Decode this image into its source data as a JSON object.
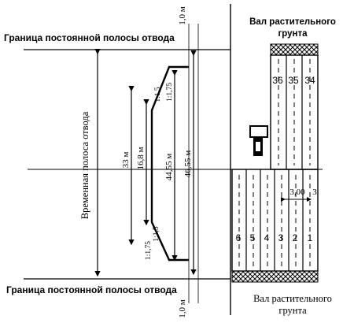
{
  "labels": {
    "top_boundary": "Граница постоянной полосы отвода",
    "bottom_boundary": "Граница постоянной полосы отвода",
    "top_soil_line1": "Вал растительного",
    "top_soil_line2": "грунта",
    "bottom_soil_line1": "Вал растительного",
    "bottom_soil_line2": "грунта",
    "temp_strip": "Временная полоса отвода",
    "top_offset": "1,0 м",
    "bottom_offset": "1,0 м"
  },
  "dimensions": {
    "d33": "33 м",
    "d16_8": "16,8 м",
    "d44_55": "44,55 м",
    "d46_55": "46,55 м",
    "gap": "3,00",
    "gap_tail": "3",
    "slope_top_1": "1:1,5",
    "slope_top_2": "1:1,75",
    "slope_bot_1": "1:1,5",
    "slope_bot_2": "1:1,75"
  },
  "lanes": {
    "upper": [
      "36",
      "35",
      "34"
    ],
    "lower": [
      "6",
      "5",
      "4",
      "3",
      "2",
      "1"
    ]
  }
}
